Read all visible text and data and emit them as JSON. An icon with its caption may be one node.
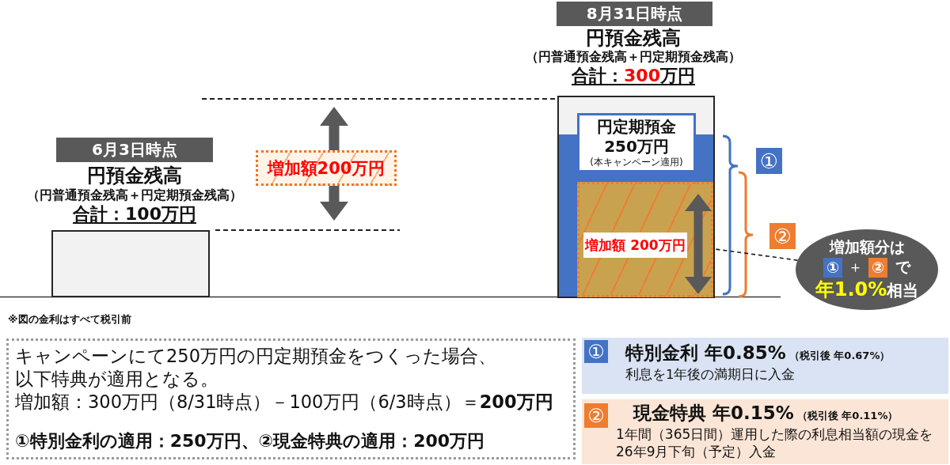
{
  "diagram": {
    "nodes": [
      {
        "text": [
          "6月3日時点"
        ]
      },
      {
        "text": [],
        "shape": "bar",
        "beside": [
          "円預金残高",
          "（円普通預金残高＋円定期預金残高）",
          "合計：100万円"
        ]
      },
      {
        "text": [
          "増加額200万円"
        ]
      },
      {
        "text": [
          "8月31日時点"
        ]
      },
      {
        "text": [],
        "shape": "bar",
        "beside": [
          "円預金残高",
          "（円普通預金残高＋円定期預金残高）",
          "合計：300万円"
        ]
      },
      {
        "text": [
          "円定期預金",
          "250万円",
          "(本キャンペーン適用)"
        ],
        "in": 4
      },
      {
        "text": [],
        "shape": "box",
        "in": 4
      },
      {
        "text": [
          "増加額 200万円"
        ],
        "in": 6
      },
      {
        "text": [
          "①"
        ]
      },
      {
        "text": [
          "②"
        ]
      },
      {
        "text": [
          "増加額分は",
          "＋",
          "で",
          "年1.0%",
          "相当"
        ]
      },
      {
        "text": [
          "①"
        ],
        "in": 10
      },
      {
        "text": [
          "②"
        ],
        "in": 10
      },
      {
        "text": [
          "キャンペーンにて250万円の円定期預金をつくった場合、以下特典が適用となる。",
          "増加額：300万円（8/31時点）－100万円（6/3時点）＝**200万円**",
          "①特別金利の適用：250万円、②現金特典の適用：200万円"
        ]
      },
      {
        "text": [
          "特別金利 年0.85%",
          "（税引後 年0.67%）",
          "利息を1年後の満期日に入金"
        ]
      },
      {
        "text": [
          "①"
        ],
        "in": 14
      },
      {
        "text": [
          "現金特典 年0.15%",
          "（税引後 年0.11%）",
          "1年間（365日間）運用した際の利息相当額の現金を26年9月下旬（予定）入金"
        ]
      },
      {
        "text": [
          "②"
        ],
        "in": 16
      }
    ],
    "edges": [
      {
        "from": 10,
        "to": 6,
        "arrow": "none",
        "style": "dashed"
      }
    ],
    "labels": [
      "※図の金利はすべて税引前"
    ]
  }
}
